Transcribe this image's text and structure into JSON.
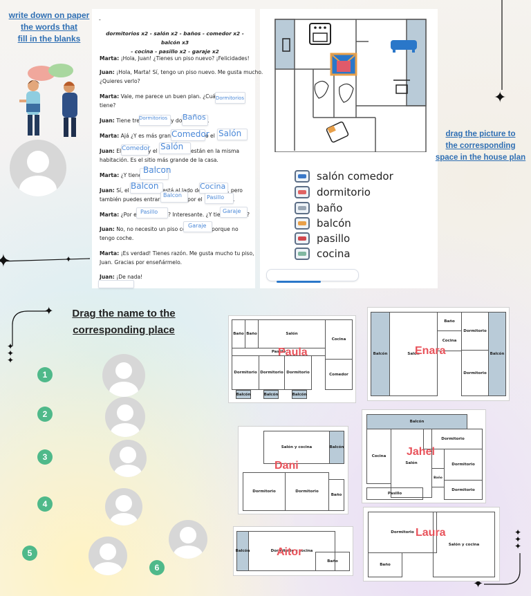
{
  "top_left": {
    "instruction": [
      "write down on paper",
      "the words that",
      "fill in the blanks"
    ]
  },
  "right_instruction": [
    "drag the picture to",
    "the corresponding",
    "space in the house plan"
  ],
  "dialog": {
    "dash": "-",
    "wordlist_1": "dormitorios x2 - salón x2 - baños - comedor x2 - balcón x3",
    "wordlist_2": "- cocina - pasillo x2 - garaje x2",
    "lines": [
      {
        "speaker": "Marta:",
        "text": "¡Hola, Juan! ¿Tienes un piso nuevo? ¡Felicidades!"
      },
      {
        "speaker": "Juan:",
        "text": "¡Hola, Marta! Sí, tengo un piso nuevo. Me gusta mucho."
      },
      {
        "speaker": "",
        "text": "¿Quieres verlo?"
      },
      {
        "speaker": "Marta:",
        "text": "Vale, me parece un buen plan. ¿Cuántos"
      },
      {
        "speaker": "",
        "text": "tiene?"
      },
      {
        "speaker": "Juan:",
        "text": "Tiene tres"
      },
      {
        "speaker": "Marta:",
        "text": "Ajá ¿Y es más grande el"
      },
      {
        "speaker": "Juan:",
        "text": "El"
      },
      {
        "speaker": "",
        "text": "habitación. Es el sitio más grande de la casa."
      },
      {
        "speaker": "Marta:",
        "text": "¿Y tiene"
      },
      {
        "speaker": "Juan:",
        "text": "Sí, el"
      },
      {
        "speaker": "",
        "text": "también puedes entrar al"
      },
      {
        "speaker": "Marta:",
        "text": "¿Por el"
      },
      {
        "speaker": "Juan:",
        "text": "No, no necesito un piso con"
      },
      {
        "speaker": "",
        "text": "tengo coche."
      },
      {
        "speaker": "Marta:",
        "text": "¡Es verdad! Tienes razón. Me gusta mucho tu piso,"
      },
      {
        "speaker": "",
        "text": "Juan. Gracias por enseñármelo."
      },
      {
        "speaker": "Juan:",
        "text": "¡De nada!"
      }
    ],
    "fragments": {
      "y_dos": "y dos",
      "o_el": "o el",
      "y_el": "y el",
      "estan": "están en la misma",
      "esta_lado": "está al lado de la",
      "pero": ", pero",
      "por_el": "por el",
      "interesante": "? Interesante. ¿Y tiene",
      "qmark": "?",
      "porque": "porque no",
      "qmark2": "?",
      "dot": ".",
      "dot2": "."
    },
    "answers": {
      "a1": "Dormitorios",
      "a2": "Dormitorios",
      "a3": "Baños",
      "a4": "Comedor",
      "a5": "Salón",
      "a6": "Comedor",
      "a7": "Salón",
      "a8": "Balcon",
      "a9": "Balcon",
      "a10": "Cocina",
      "a11": "Balcon",
      "a12": "Pasillo",
      "a13": "Pasillo",
      "a14": "Garaje",
      "a15": "Garaje"
    }
  },
  "legend": [
    {
      "label": "salón comedor",
      "color": "#3a78c9"
    },
    {
      "label": "dormitorio",
      "color": "#e06464"
    },
    {
      "label": "baño",
      "color": "#9aa7b5"
    },
    {
      "label": "balcón",
      "color": "#e8a04a"
    },
    {
      "label": "pasillo",
      "color": "#d1484e"
    },
    {
      "label": "cocina",
      "color": "#7fb7a1"
    }
  ],
  "section2": {
    "title_1": "Drag the name to the",
    "title_2": "corresponding place",
    "numbers": [
      "1",
      "2",
      "3",
      "4",
      "5",
      "6"
    ]
  },
  "plans": {
    "paula": {
      "name": "Paula",
      "rooms": [
        "Baño",
        "Baño",
        "Salón",
        "Cocina",
        "Pasillo",
        "Dormitorio",
        "Dormitorio",
        "Dormitorio",
        "Comedor",
        "Balcón",
        "Balcón",
        "Balcón"
      ]
    },
    "enara": {
      "name": "Enara",
      "rooms": [
        "Baño",
        "Dormitorio",
        "Cocina",
        "Balcón",
        "Salón",
        "Balcón",
        "Dormitorio"
      ]
    },
    "dani": {
      "name": "Dani",
      "rooms": [
        "Salón y cocina",
        "Balcón",
        "Dormitorio",
        "Dormitorio",
        "Baño"
      ]
    },
    "jahel": {
      "name": "Jahel",
      "rooms": [
        "Balcón",
        "Dormitorio",
        "Cocina",
        "Salón",
        "Dormitorio",
        "Baño",
        "Pasillo",
        "Dormitorio"
      ]
    },
    "aitor": {
      "name": "Aitor",
      "rooms": [
        "Balcón",
        "Dormitorio y cocina",
        "Baño"
      ]
    },
    "laura": {
      "name": "Laura",
      "rooms": [
        "Dormitorio",
        "Salón y cocina",
        "Baño"
      ]
    }
  }
}
